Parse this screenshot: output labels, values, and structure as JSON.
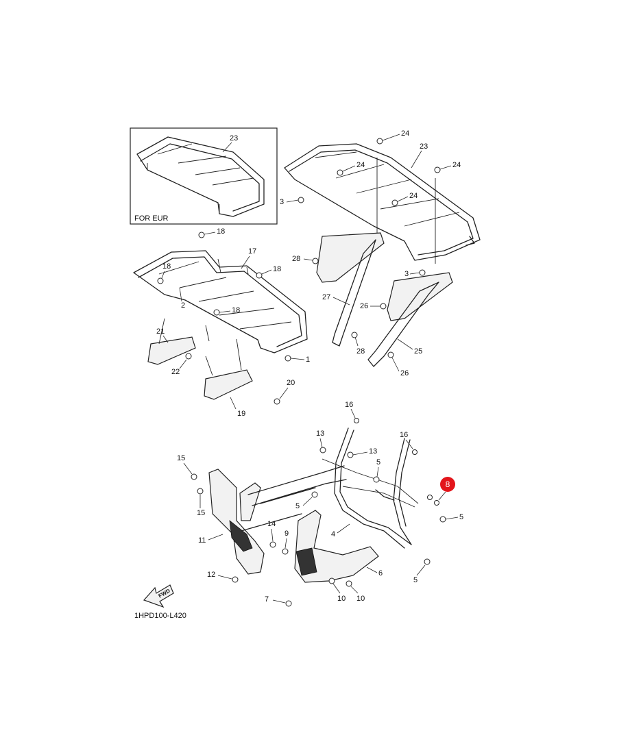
{
  "inset": {
    "label": "FOR EUR",
    "part_number": "23"
  },
  "diagram_code": "1HPD100-L420",
  "fwd_label": "FWD",
  "highlight": {
    "number": "8",
    "color": "#e3151b"
  },
  "callouts": {
    "c1": "1",
    "c2": "2",
    "c3a": "3",
    "c3b": "3",
    "c4": "4",
    "c5a": "5",
    "c5b": "5",
    "c5c": "5",
    "c6": "6",
    "c7": "7",
    "c9": "9",
    "c10a": "10",
    "c10b": "10",
    "c11": "11",
    "c12": "12",
    "c13a": "13",
    "c13b": "13",
    "c14": "14",
    "c15a": "15",
    "c15b": "15",
    "c16a": "16",
    "c16b": "16",
    "c17": "17",
    "c18a": "18",
    "c18b": "18",
    "c18c": "18",
    "c18d": "18",
    "c19": "19",
    "c20": "20",
    "c21": "21",
    "c22": "22",
    "c23": "23",
    "c24a": "24",
    "c24b": "24",
    "c24c": "24",
    "c24d": "24",
    "c25": "25",
    "c26a": "26",
    "c26b": "26",
    "c27": "27",
    "c28a": "28",
    "c28b": "28"
  }
}
